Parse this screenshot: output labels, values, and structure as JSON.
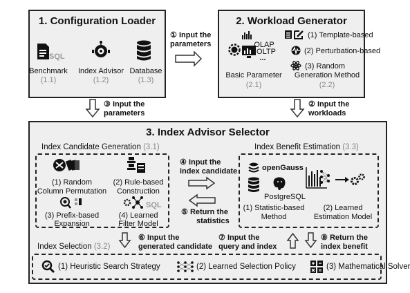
{
  "config_loader": {
    "title": "1. Configuration Loader",
    "items": [
      {
        "label": "Benchmark",
        "num": "(1.1)",
        "icon": "document-sql-icon"
      },
      {
        "label": "Index Advisor",
        "num": "(1.2)",
        "icon": "robot-icon"
      },
      {
        "label": "Database",
        "num": "(1.3)",
        "icon": "database-icon"
      }
    ]
  },
  "workload_generator": {
    "title": "2. Workload Generator",
    "olap": "OLAP",
    "oltp": "OLTP",
    "ellipsis": "...",
    "methods": [
      "(1) Template-based",
      "(2) Perturbation-based",
      "(3) Random"
    ],
    "basic_parameter": "Basic Parameter",
    "basic_parameter_num": "(2.1)",
    "generation_method": "Generation Method",
    "generation_method_num": "(2.2)"
  },
  "arrows": {
    "a1": {
      "num": "①",
      "line1": "Input the",
      "line2": "parameters"
    },
    "a2": {
      "num": "②",
      "line1": "Input the",
      "line2": "workloads"
    },
    "a3": {
      "num": "③",
      "line1": "Input the",
      "line2": "parameters"
    },
    "a4": {
      "num": "④",
      "line1": "Input the",
      "line2": "index candidate"
    },
    "a5": {
      "num": "⑤",
      "line1": "Return the",
      "line2": "statistics"
    },
    "a6": {
      "num": "⑥",
      "line1": "Input the",
      "line2": "generated candidate"
    },
    "a7": {
      "num": "⑦",
      "line1": "Input the",
      "line2": "query and index"
    },
    "a8": {
      "num": "⑧",
      "line1": "Return the",
      "line2": "index benefit"
    }
  },
  "selector": {
    "title": "3. Index  Advisor Selector",
    "candidate_gen": {
      "title": "Index Candidate Generation",
      "num": "(3.1)",
      "items": [
        {
          "line1": "(1) Random",
          "line2": "Column Permutation"
        },
        {
          "line1": "(2) Rule-based",
          "line2": "Construction"
        },
        {
          "line1": "(3) Prefix-based",
          "line2": "Expansion"
        },
        {
          "line1": "(4) Learned",
          "line2": "Filter Model"
        }
      ]
    },
    "benefit_est": {
      "title": "Index Benefit Estimation",
      "num": "(3.3)",
      "opengauss": "openGauss",
      "postgresql": "PostgreSQL",
      "items": [
        {
          "line1": "(1) Statistic-based",
          "line2": "Method"
        },
        {
          "line1": "(2) Learned",
          "line2": "Estimation Model"
        }
      ]
    },
    "index_selection": {
      "title": "Index Selection",
      "num": "(3.2)",
      "items": [
        "(1) Heuristic Search Strategy",
        "(2) Learned Selection Policy",
        "(3) Mathematical Solver"
      ]
    }
  },
  "icon_text": {
    "sql": "SQL"
  },
  "colors": {
    "box_fill": "#efefef",
    "border": "#222222",
    "sub_text": "#888888"
  }
}
